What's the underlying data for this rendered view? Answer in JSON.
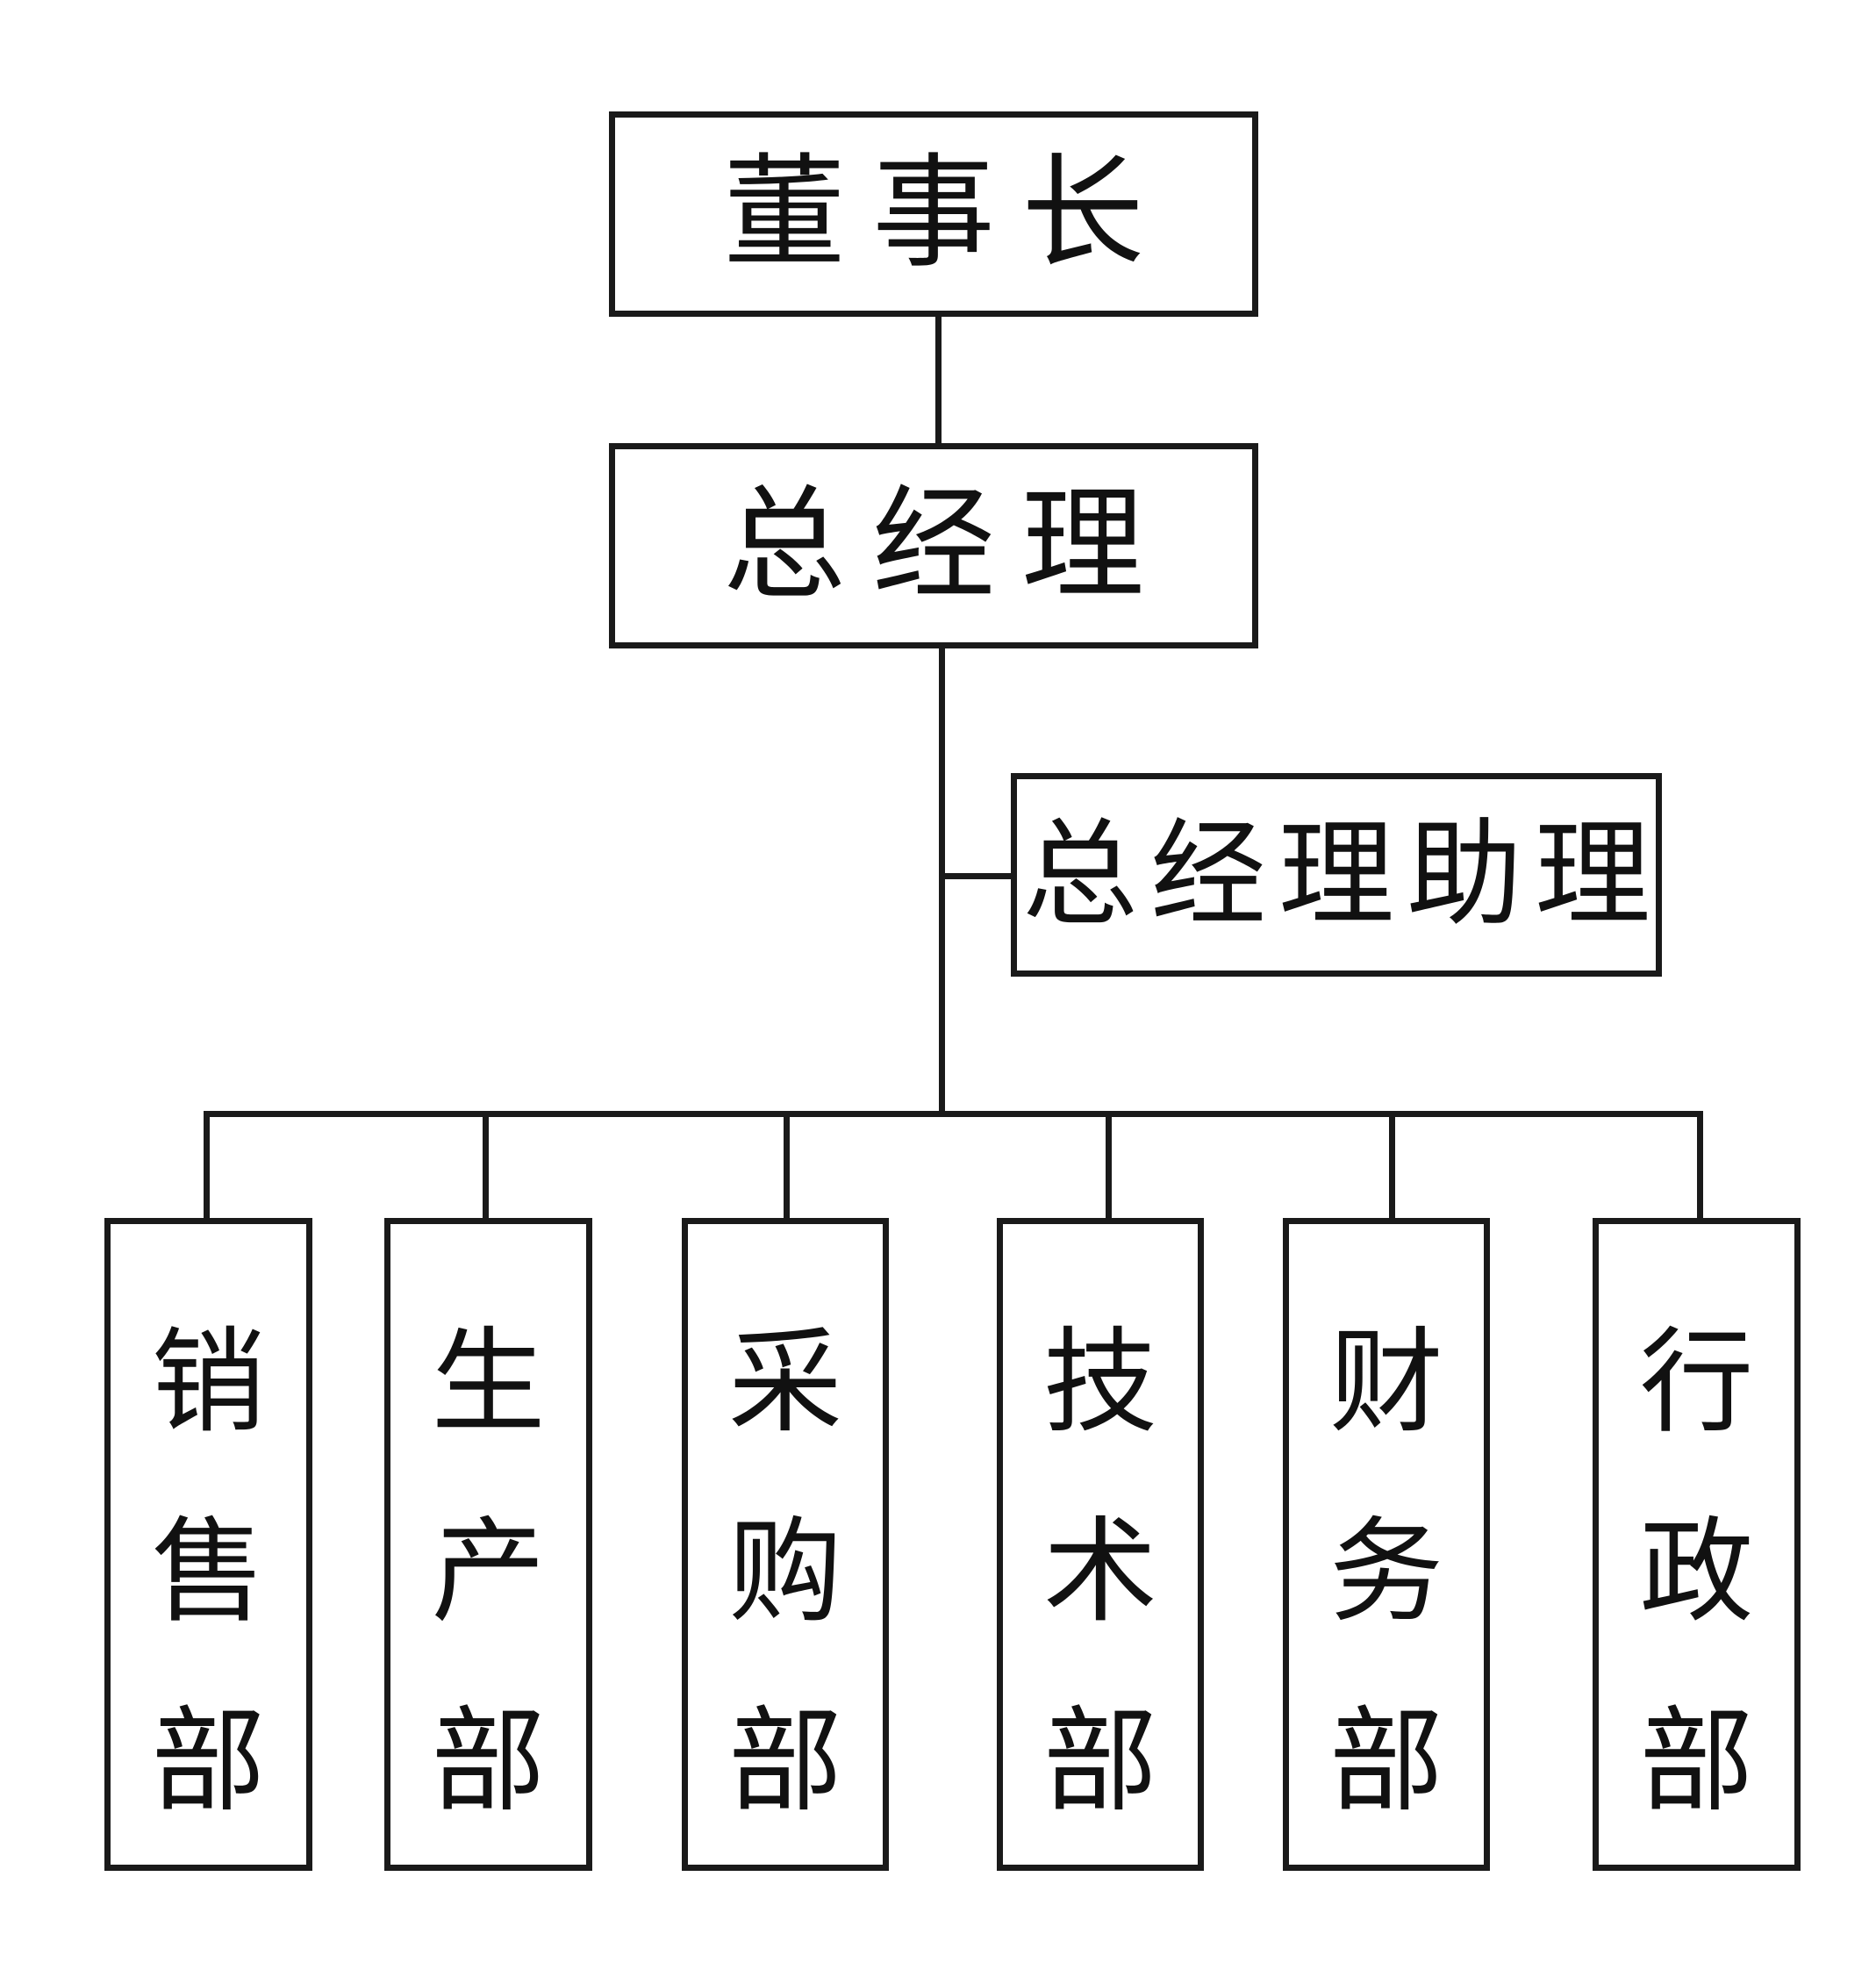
{
  "chart": {
    "chairman": "董事长",
    "general_manager": "总经理",
    "assistant": "总经理助理",
    "departments": [
      {
        "label": "销售部"
      },
      {
        "label": "生产部"
      },
      {
        "label": "采购部"
      },
      {
        "label": "技术部"
      },
      {
        "label": "财务部"
      },
      {
        "label": "行政部"
      }
    ]
  },
  "colors": {
    "line": "#1a1a1a",
    "background": "#ffffff",
    "text": "#111111"
  }
}
